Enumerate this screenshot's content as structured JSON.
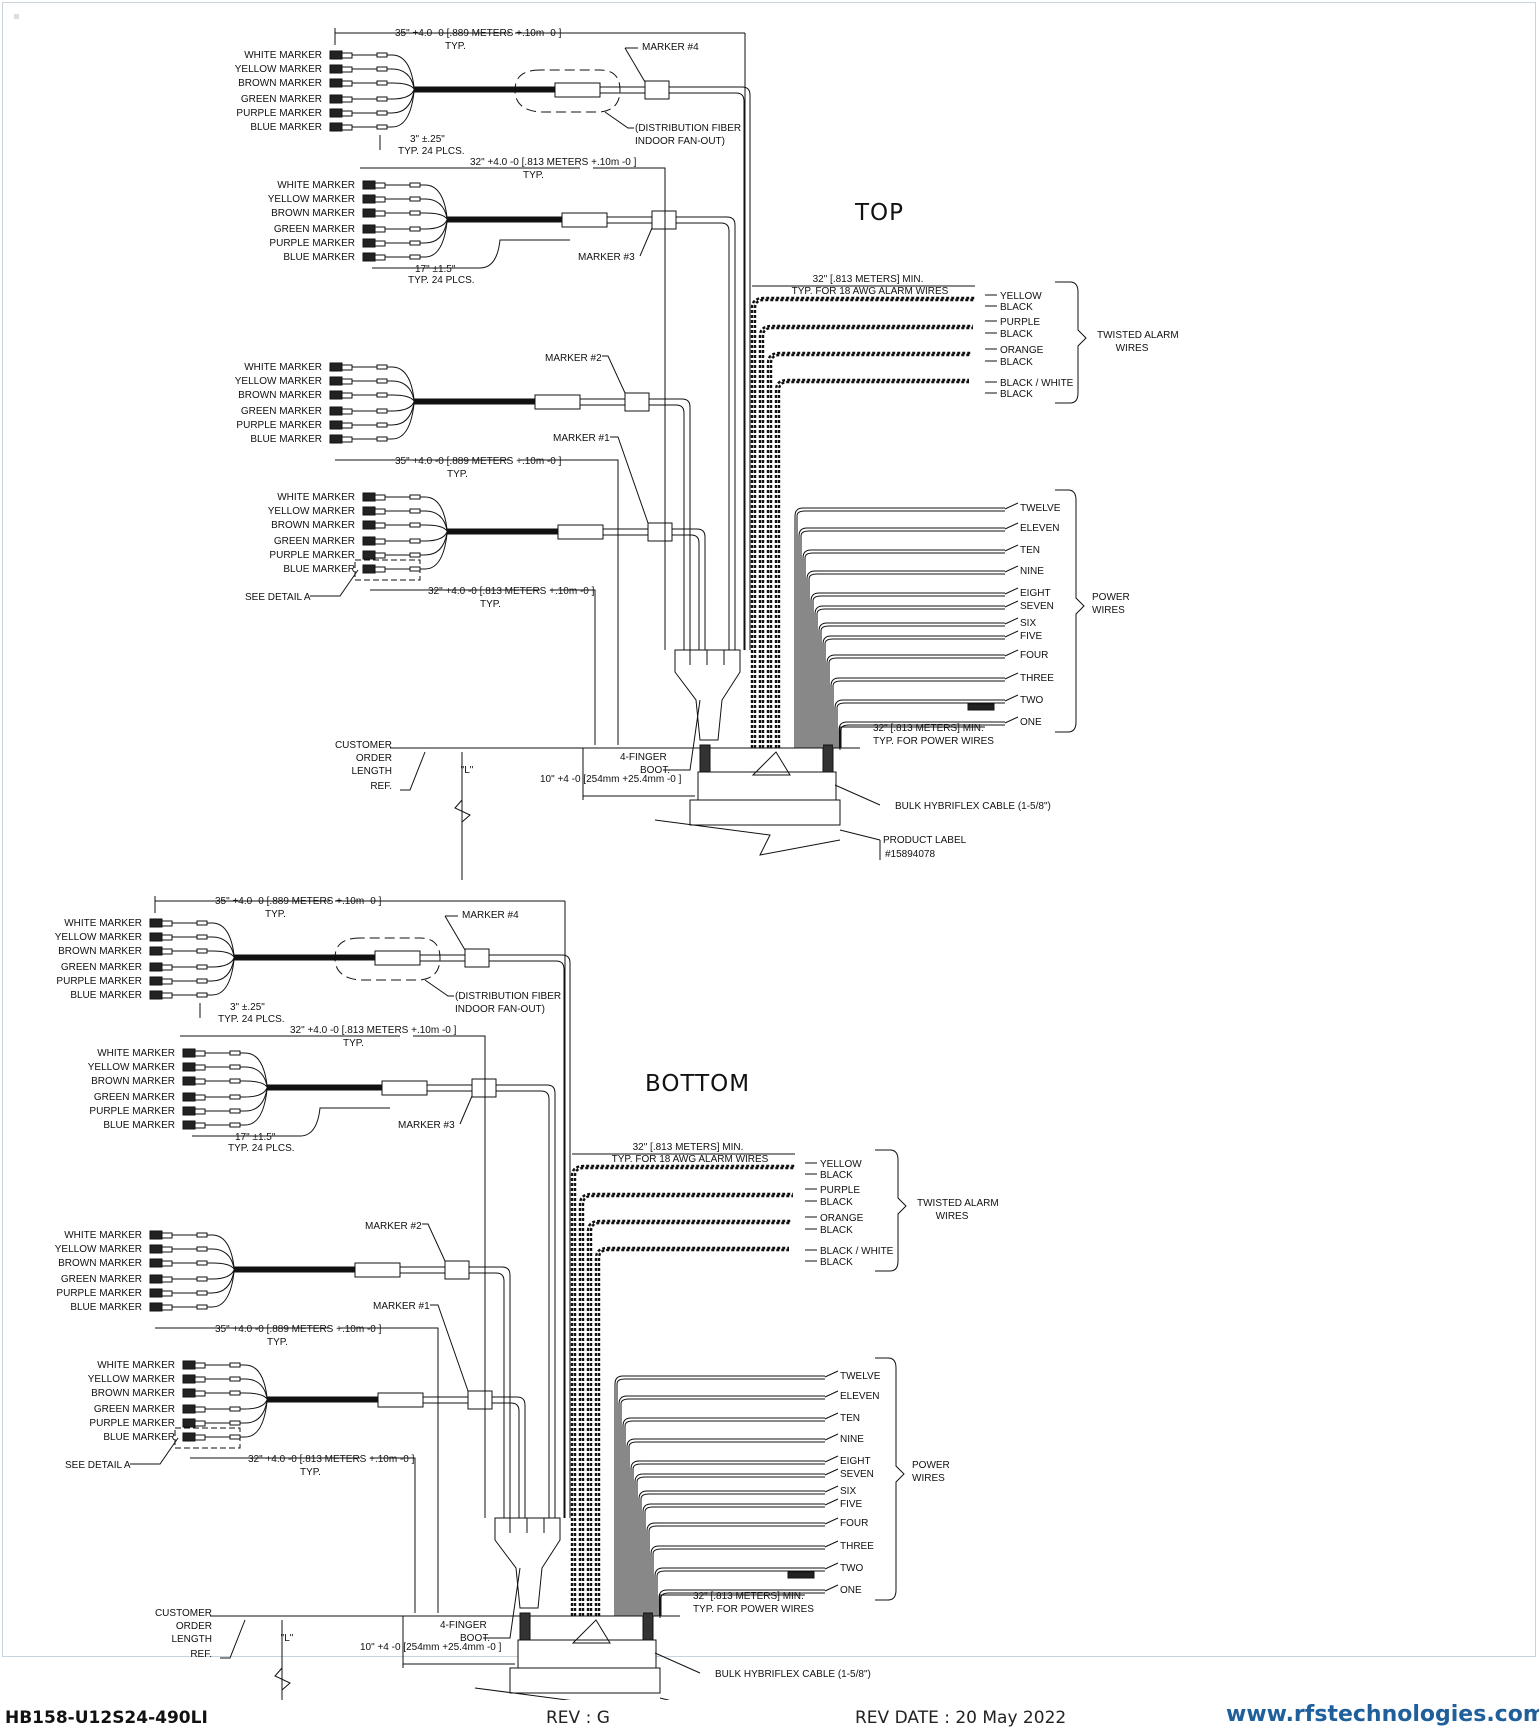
{
  "top": {
    "title": "TOP",
    "fiber_markers": [
      "WHITE MARKER",
      "YELLOW MARKER",
      "BROWN MARKER",
      "GREEN MARKER",
      "PURPLE MARKER",
      "BLUE MARKER"
    ],
    "dim_35": "35\" +4.0 -0 [.889 METERS +.10m -0 ]",
    "dim_32": "32\" +4.0 -0 [.813 METERS +.10m -0 ]",
    "typ": "TYP.",
    "dim_3": "3\" ±.25\"",
    "dim_17": "17\" ±1.5\"",
    "typ_24": "TYP. 24 PLCS.",
    "marker_4": "MARKER #4",
    "marker_3": "MARKER #3",
    "marker_2": "MARKER #2",
    "marker_1": "MARKER #1",
    "fanout_1": "(DISTRIBUTION FIBER",
    "fanout_2": "INDOOR FAN-OUT)",
    "see_detail": "SEE DETAIL A",
    "alarm_len_1": "32\" [.813 METERS] MIN.",
    "alarm_len_2": "TYP. FOR 18 AWG ALARM WIRES",
    "alarm_wires": [
      "YELLOW",
      "BLACK",
      "PURPLE",
      "BLACK",
      "ORANGE",
      "BLACK",
      "BLACK / WHITE",
      "BLACK"
    ],
    "twisted_1": "TWISTED ALARM",
    "twisted_2": "WIRES",
    "power_wires": [
      "TWELVE",
      "ELEVEN",
      "TEN",
      "NINE",
      "EIGHT",
      "SEVEN",
      "SIX",
      "FIVE",
      "FOUR",
      "THREE",
      "TWO",
      "ONE"
    ],
    "power_1": "POWER",
    "power_2": "WIRES",
    "power_len_1": "32\" [.813 METERS] MIN.",
    "power_len_2": "TYP. FOR POWER WIRES",
    "cust_1": "CUSTOMER",
    "cust_2": "ORDER",
    "cust_3": "LENGTH",
    "cust_4": "REF.",
    "l_label": "\"L\"",
    "boot_1": "4-FINGER",
    "boot_2": "BOOT.",
    "dim_10": "10\" +4 -0 [254mm +25.4mm -0 ]",
    "bulk": "BULK HYBRIFLEX CABLE (1-5/8\")",
    "label_1": "PRODUCT LABEL",
    "label_2": "#15894078"
  },
  "bottom": {
    "title": "BOTTOM"
  },
  "footer": {
    "part_number": "HB158-U12S24-490LI",
    "rev": "REV : G",
    "rev_date": "REV DATE : 20 May 2022",
    "website": "www.rfstechnologies.com"
  }
}
